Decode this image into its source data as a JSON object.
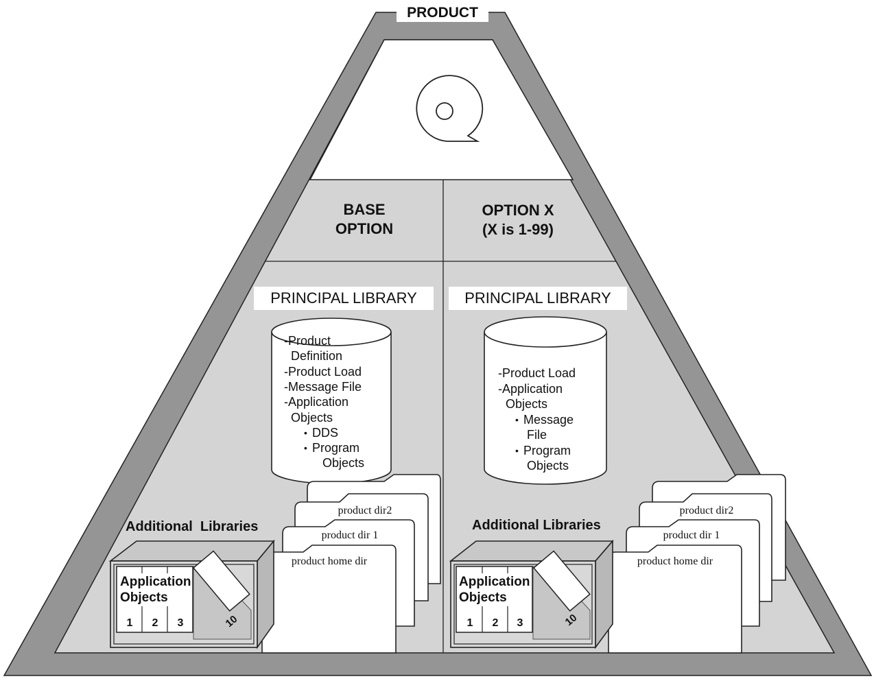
{
  "product_label": "PRODUCT",
  "base_option": {
    "line1": "BASE",
    "line2": "OPTION"
  },
  "option_x": {
    "line1": "OPTION X",
    "line2": "(X is 1-99)"
  },
  "principal_library_label": "PRINCIPAL LIBRARY",
  "base_library_contents": [
    "-Product",
    "Definition",
    "-Product Load",
    "-Message File",
    "-Application",
    "Objects",
    "DDS",
    "Program",
    "Objects"
  ],
  "option_library_contents": [
    "-Product Load",
    "-Application",
    "Objects",
    "Message",
    "File",
    "Program",
    "Objects"
  ],
  "additional_libraries_label": "Additional  Libraries",
  "additional_libraries_label_right": "Additional Libraries",
  "application_objects": {
    "line1": "Application",
    "line2": "Objects"
  },
  "slot_numbers": [
    "1",
    "2",
    "3"
  ],
  "slot_last": "10",
  "folders": [
    "product dir2",
    "product dir 1",
    "product home dir"
  ],
  "colors": {
    "outer_frame": "#959595",
    "inner_fill": "#d4d4d4",
    "paper": "#ffffff",
    "line": "#222222"
  }
}
